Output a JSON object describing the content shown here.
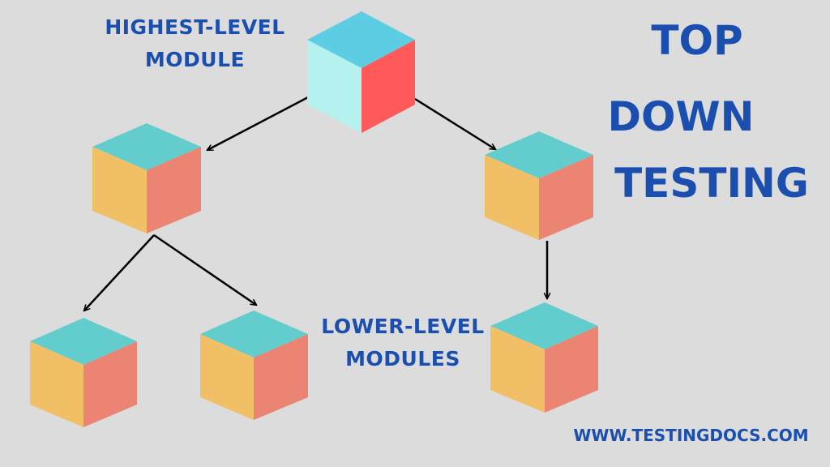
{
  "labels": {
    "highest_line1": "HIGHEST-LEVEL",
    "highest_line2": "MODULE",
    "lower_line1": "LOWER-LEVEL",
    "lower_line2": "MODULES"
  },
  "title": {
    "line1": "TOP",
    "line2": "DOWN",
    "line3": "TESTING"
  },
  "website": "WWW.TESTINGDOCS.COM",
  "colors": {
    "background": "#dcdcdc",
    "text": "#1a4fb0",
    "top_cube_top": "#5dcde3",
    "top_cube_left": "#b4f1ef",
    "top_cube_right": "#ff5a5a",
    "cube_top": "#62cdcc",
    "cube_left": "#f0bf66",
    "cube_right": "#ec8474",
    "arrow": "#000000"
  },
  "modules": [
    {
      "id": "highest",
      "level": 1,
      "children": [
        "level2-left",
        "level2-right"
      ]
    },
    {
      "id": "level2-left",
      "level": 2,
      "children": [
        "level3-a",
        "level3-b"
      ]
    },
    {
      "id": "level2-right",
      "level": 2,
      "children": [
        "level3-c"
      ]
    },
    {
      "id": "level3-a",
      "level": 3,
      "children": []
    },
    {
      "id": "level3-b",
      "level": 3,
      "children": []
    },
    {
      "id": "level3-c",
      "level": 3,
      "children": []
    }
  ]
}
